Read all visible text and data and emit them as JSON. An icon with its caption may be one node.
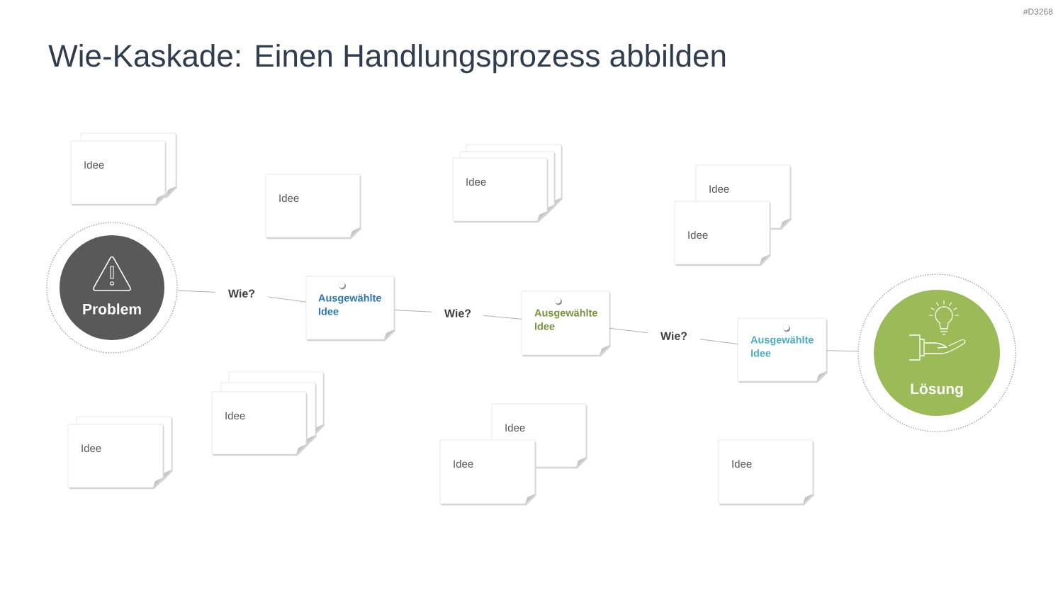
{
  "diagram": {
    "title": "Wie-Kaskade: Einen Handlungsprozess abbilden",
    "nodes": [
      {
        "text": [
          "Idee"
        ]
      },
      {
        "text": [],
        "shape": "box"
      },
      {
        "text": [
          "Idee"
        ]
      },
      {
        "text": [
          "Idee"
        ]
      },
      {
        "text": [],
        "shape": "box"
      },
      {
        "text": [],
        "shape": "box"
      },
      {
        "text": [
          "Idee"
        ]
      },
      {
        "text": [
          "Idee"
        ]
      },
      {
        "text": [
          "Problem"
        ]
      },
      {
        "text": [
          "Wie?"
        ]
      },
      {
        "text": [
          "Ausgewählte Idee"
        ]
      },
      {
        "text": [
          "Wie?"
        ]
      },
      {
        "text": [
          "Ausgewählte Idee"
        ]
      },
      {
        "text": [
          "Wie?"
        ]
      },
      {
        "text": [
          "Ausgewählte Idee"
        ]
      },
      {
        "text": [
          "Lösung"
        ]
      },
      {
        "text": [
          "Idee"
        ]
      },
      {
        "text": [],
        "shape": "box"
      },
      {
        "text": [
          "Idee"
        ]
      },
      {
        "text": [],
        "shape": "box"
      },
      {
        "text": [],
        "shape": "box"
      },
      {
        "text": [
          "Idee"
        ]
      },
      {
        "text": [
          "Idee"
        ]
      },
      {
        "text": [
          "Idee"
        ]
      }
    ],
    "edges": [
      {
        "from": 8,
        "to": 9,
        "arrow": "none"
      },
      {
        "from": 9,
        "to": 10,
        "arrow": "none"
      },
      {
        "from": 10,
        "to": 11,
        "arrow": "none"
      },
      {
        "from": 11,
        "to": 12,
        "arrow": "none"
      },
      {
        "from": 12,
        "to": 13,
        "arrow": "none"
      },
      {
        "from": 13,
        "to": 14,
        "arrow": "none"
      },
      {
        "from": 14,
        "to": 15,
        "arrow": "none"
      }
    ],
    "labels": [
      "#D3268"
    ]
  }
}
